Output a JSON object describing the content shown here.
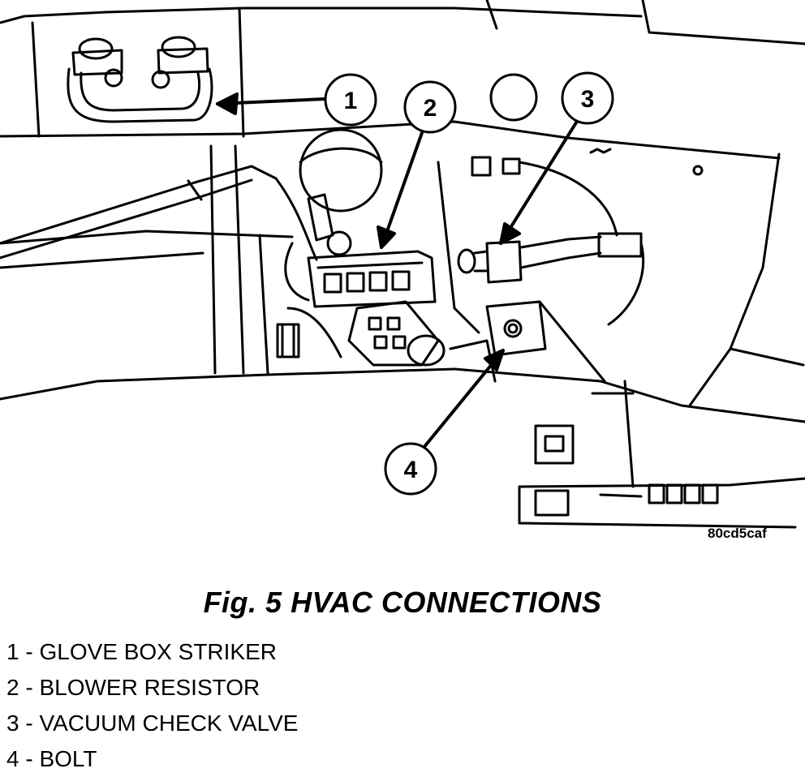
{
  "figure": {
    "code": "80cd5caf",
    "title": "Fig. 5 HVAC CONNECTIONS"
  },
  "callouts": [
    {
      "number": "1",
      "part": "GLOVE BOX STRIKER"
    },
    {
      "number": "2",
      "part": "BLOWER RESISTOR"
    },
    {
      "number": "3",
      "part": "VACUUM CHECK VALVE"
    },
    {
      "number": "4",
      "part": "BOLT"
    }
  ],
  "legend_separator": " - "
}
